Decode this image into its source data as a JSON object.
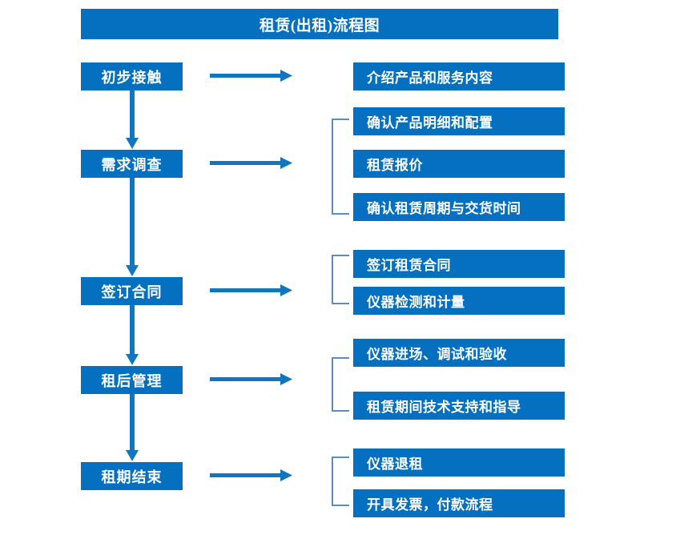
{
  "diagram": {
    "title": "租赁(出租)流程图",
    "accent_color": "#0670C0",
    "bracket_color": "#5B8DB8",
    "background_color": "#FFFFFF",
    "stages": [
      {
        "label": "初步接触"
      },
      {
        "label": "需求调查"
      },
      {
        "label": "签订合同"
      },
      {
        "label": "租后管理"
      },
      {
        "label": "租期结束"
      }
    ],
    "groups": [
      {
        "stage": "初步接触",
        "has_bracket": false,
        "items": [
          {
            "label": "介绍产品和服务内容"
          }
        ]
      },
      {
        "stage": "需求调查",
        "has_bracket": true,
        "items": [
          {
            "label": "确认产品明细和配置"
          },
          {
            "label": "租赁报价"
          },
          {
            "label": "确认租赁周期与交货时间"
          }
        ]
      },
      {
        "stage": "签订合同",
        "has_bracket": true,
        "items": [
          {
            "label": "签订租赁合同"
          },
          {
            "label": "仪器检测和计量"
          }
        ]
      },
      {
        "stage": "租后管理",
        "has_bracket": true,
        "items": [
          {
            "label": "仪器进场、调试和验收"
          },
          {
            "label": "租赁期间技术支持和指导"
          }
        ]
      },
      {
        "stage": "租期结束",
        "has_bracket": true,
        "items": [
          {
            "label": "仪器退租"
          },
          {
            "label": "开具发票，付款流程"
          }
        ]
      }
    ],
    "connectors": {
      "horizontal_arrow_icon": "arrow-right-icon",
      "vertical_arrow_icon": "arrow-down-icon",
      "bracket_icon": "group-bracket-icon"
    }
  }
}
